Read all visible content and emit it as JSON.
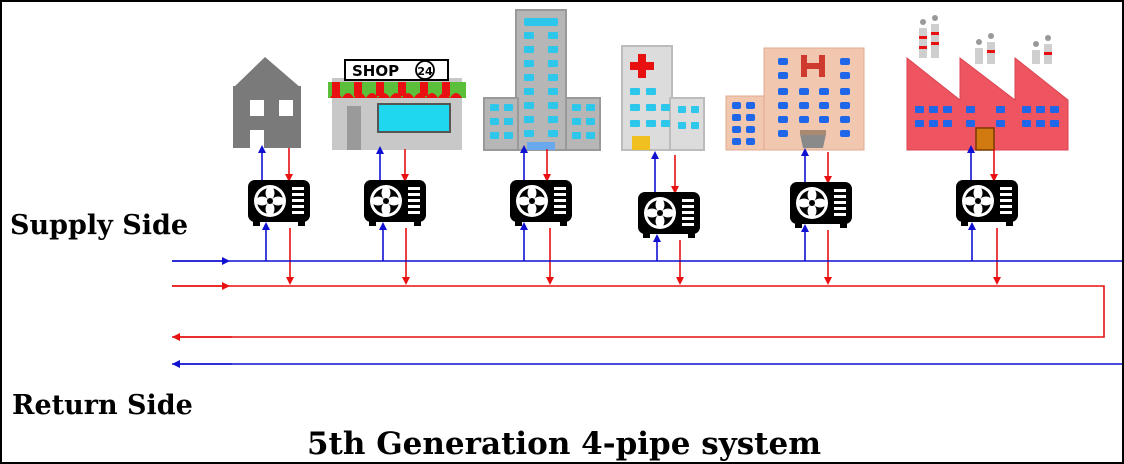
{
  "labels": {
    "supply": "Supply Side",
    "return": "Return Side",
    "title": "5th Generation 4-pipe system",
    "shop_sign": "SHOP",
    "shop_number": "24"
  },
  "buildings": [
    {
      "kind": "house",
      "name": "building-house"
    },
    {
      "kind": "shop",
      "name": "building-shop"
    },
    {
      "kind": "office",
      "name": "building-office-tower"
    },
    {
      "kind": "hospital",
      "name": "building-hospital-cross"
    },
    {
      "kind": "hotel",
      "name": "building-hotel"
    },
    {
      "kind": "factory",
      "name": "building-factory"
    }
  ],
  "units": 6,
  "colors": {
    "supply_pipe": "#1010d0",
    "return_pipe": "#e81010",
    "border": "#000000"
  }
}
